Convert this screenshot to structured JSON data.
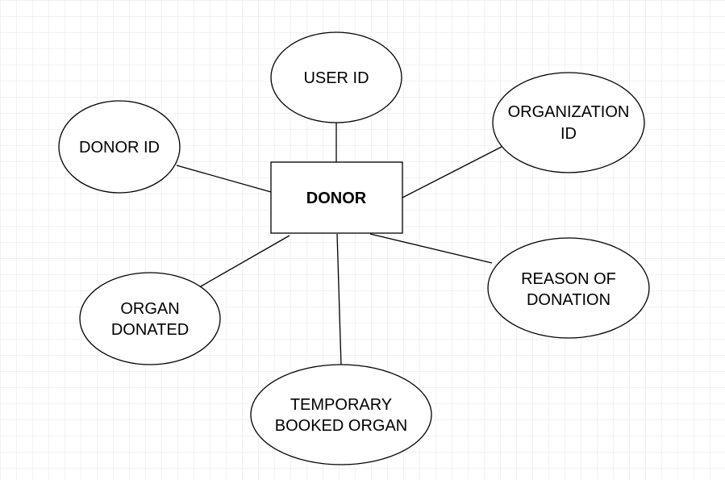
{
  "diagram": {
    "entity": {
      "label": "DONOR"
    },
    "attributes": [
      {
        "id": "user-id",
        "lines": [
          "USER ID"
        ]
      },
      {
        "id": "organization-id",
        "lines": [
          "ORGANIZATION",
          "ID"
        ]
      },
      {
        "id": "donor-id",
        "lines": [
          "DONOR ID"
        ]
      },
      {
        "id": "reason-of-donation",
        "lines": [
          "REASON OF",
          "DONATION"
        ]
      },
      {
        "id": "organ-donated",
        "lines": [
          "ORGAN",
          "DONATED"
        ]
      },
      {
        "id": "temporary-booked-organ",
        "lines": [
          "TEMPORARY",
          "BOOKED ORGAN"
        ]
      }
    ]
  },
  "colors": {
    "grid": "#e6e6e6",
    "stroke": "#000000",
    "fill": "#ffffff"
  }
}
